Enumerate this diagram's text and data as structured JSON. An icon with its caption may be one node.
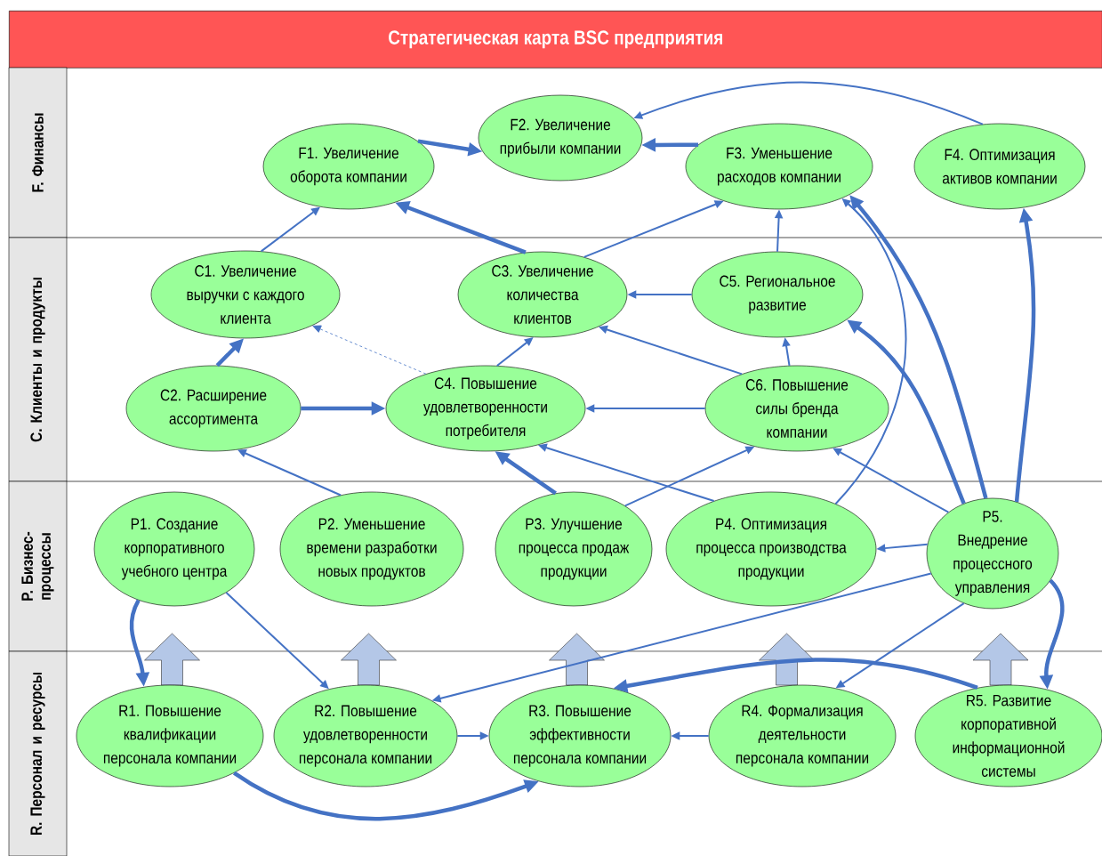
{
  "diagram": {
    "title": "Стратегическая карта BSC предприятия",
    "nodes": [
      {
        "text": [
          "F. Финансы"
        ]
      },
      {
        "text": [
          "C. Клиенты и продукты"
        ]
      },
      {
        "text": [
          "P. Бизнес-процессы"
        ]
      },
      {
        "text": [
          "R. Персонал и ресурсы"
        ]
      },
      {
        "text": [
          "F1. Увеличение оборота компании"
        ]
      },
      {
        "text": [
          "F2. Увеличение прибыли компании"
        ]
      },
      {
        "text": [
          "F3. Уменьшение расходов компании"
        ]
      },
      {
        "text": [
          "F4. Оптимизация активов компании"
        ]
      },
      {
        "text": [
          "C1. Увеличение выручки с каждого клиента"
        ]
      },
      {
        "text": [
          "C3. Увеличение количества клиентов"
        ]
      },
      {
        "text": [
          "C5. Региональное развитие"
        ]
      },
      {
        "text": [
          "C2. Расширение ассортимента"
        ]
      },
      {
        "text": [
          "C4. Повышение удовлетворенности потребителя"
        ]
      },
      {
        "text": [
          "C6. Повышение силы бренда компании"
        ]
      },
      {
        "text": [
          "P1. Создание корпоративного учебного центра"
        ]
      },
      {
        "text": [
          "P2. Уменьшение времени разработки новых продуктов"
        ]
      },
      {
        "text": [
          "P3. Улучшение процесса продаж продукции"
        ]
      },
      {
        "text": [
          "P4. Оптимизация процесса производства продукции"
        ]
      },
      {
        "text": [
          "P5. Внедрение процессного управления"
        ]
      },
      {
        "text": [
          "R1. Повышение квалификации персонала компании"
        ]
      },
      {
        "text": [
          "R2. Повышение удовлетворенности персонала компании"
        ]
      },
      {
        "text": [
          "R3. Повышение эффективности персонала компании"
        ]
      },
      {
        "text": [
          "R4. Формализация деятельности персонала компании"
        ]
      },
      {
        "text": [
          "R5. Развитие корпоративной информационной системы"
        ]
      }
    ],
    "edges": [
      {
        "from": 4,
        "to": 5,
        "arrow": "to",
        "style": "thick"
      },
      {
        "from": 6,
        "to": 5,
        "arrow": "to",
        "style": "thick"
      },
      {
        "from": 7,
        "to": 5,
        "arrow": "to"
      },
      {
        "from": 8,
        "to": 4,
        "arrow": "to"
      },
      {
        "from": 9,
        "to": 4,
        "arrow": "to",
        "style": "thick"
      },
      {
        "from": 9,
        "to": 6,
        "arrow": "to"
      },
      {
        "from": 10,
        "to": 9,
        "arrow": "to"
      },
      {
        "from": 10,
        "to": 6,
        "arrow": "to"
      },
      {
        "from": 13,
        "to": 10,
        "arrow": "to"
      },
      {
        "from": 13,
        "to": 9,
        "arrow": "to"
      },
      {
        "from": 13,
        "to": 12,
        "arrow": "to"
      },
      {
        "from": 12,
        "to": 8,
        "arrow": "to",
        "style": "dashed"
      },
      {
        "from": 12,
        "to": 9,
        "arrow": "to"
      },
      {
        "from": 11,
        "to": 8,
        "arrow": "to",
        "style": "thick"
      },
      {
        "from": 11,
        "to": 12,
        "arrow": "to",
        "style": "thick"
      },
      {
        "from": 15,
        "to": 11,
        "arrow": "to"
      },
      {
        "from": 16,
        "to": 12,
        "arrow": "to",
        "style": "thick"
      },
      {
        "from": 16,
        "to": 13,
        "arrow": "to"
      },
      {
        "from": 17,
        "to": 12,
        "arrow": "to"
      },
      {
        "from": 17,
        "to": 6,
        "arrow": "to"
      },
      {
        "from": 18,
        "to": 6,
        "arrow": "to",
        "style": "thick"
      },
      {
        "from": 18,
        "to": 7,
        "arrow": "to",
        "style": "thick"
      },
      {
        "from": 18,
        "to": 10,
        "arrow": "to",
        "style": "thick"
      },
      {
        "from": 18,
        "to": 13,
        "arrow": "to"
      },
      {
        "from": 18,
        "to": 17,
        "arrow": "to"
      },
      {
        "from": 18,
        "to": 20,
        "arrow": "to"
      },
      {
        "from": 18,
        "to": 22,
        "arrow": "to"
      },
      {
        "from": 18,
        "to": 23,
        "arrow": "to",
        "style": "thick"
      },
      {
        "from": 14,
        "to": 19,
        "arrow": "to",
        "style": "thick"
      },
      {
        "from": 14,
        "to": 20,
        "arrow": "to"
      },
      {
        "from": 19,
        "to": 21,
        "arrow": "to",
        "style": "thick"
      },
      {
        "from": 20,
        "to": 21,
        "arrow": "to"
      },
      {
        "from": 22,
        "to": 21,
        "arrow": "to"
      },
      {
        "from": 23,
        "to": 21,
        "arrow": "to",
        "style": "thick"
      },
      {
        "from": 19,
        "to": 14,
        "arrow": "to",
        "style": "thick"
      },
      {
        "from": 20,
        "to": 15,
        "arrow": "to",
        "style": "thick"
      },
      {
        "from": 21,
        "to": 16,
        "arrow": "to",
        "style": "thick"
      },
      {
        "from": 22,
        "to": 17,
        "arrow": "to",
        "style": "thick"
      },
      {
        "from": 23,
        "to": 18,
        "arrow": "to",
        "style": "thick"
      }
    ]
  }
}
